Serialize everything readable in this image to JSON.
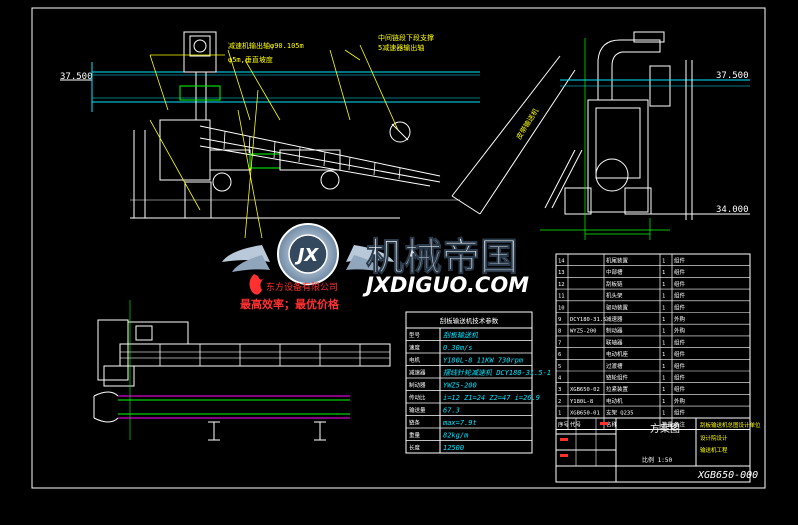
{
  "colors": {
    "background": "#000000",
    "frame": "#ffffff",
    "cyan": "#00e5ff",
    "green": "#00ff00",
    "yellow": "#ffff00",
    "magenta": "#ff00ff",
    "red": "#ff3030",
    "watermark": "#dfe8f2"
  },
  "elevations": {
    "left_top": "37.500",
    "right_top": "37.500",
    "right_bottom": "34.000"
  },
  "callouts": {
    "a_line1": "减速机输出轴φ90.105m",
    "a_line2": "φ5m,垂直坡度",
    "b_line1": "中间链段下段支撑",
    "b_line2": "5减速器输出轴"
  },
  "belt_label": "皮带输送机",
  "watermark": {
    "name_cn": "机械帝国",
    "name_en": "JXDIGUO.COM",
    "logo_letters": "JX",
    "slogan": "最高效率；最优价格",
    "red_text": "东方设备有限公司"
  },
  "spec_table": {
    "title": "刮板输送机技术参数",
    "rows": [
      {
        "label": "型号",
        "value": "刮板输送机"
      },
      {
        "label": "速度",
        "value": "0.30m/s"
      },
      {
        "label": "电机",
        "value": "Y180L-8  11KW  730rpm"
      },
      {
        "label": "减速器",
        "value": "摆线针轮减速机 DCY180-31.5-1"
      },
      {
        "label": "制动器",
        "value": "YWZ5-200"
      },
      {
        "label": "传动比",
        "value": "i=12  Z1=24  Z2=47  i=26.9"
      },
      {
        "label": "输送量",
        "value": "67.3"
      },
      {
        "label": "链条",
        "value": "max=7.9t"
      },
      {
        "label": "重量",
        "value": "82kg/m"
      },
      {
        "label": "长度",
        "value": "12500"
      }
    ]
  },
  "parts_list": {
    "rows": [
      {
        "no": "14",
        "code": "",
        "name": "机尾装置",
        "qty": "1",
        "mat": "组件"
      },
      {
        "no": "13",
        "code": "",
        "name": "中部槽",
        "qty": "1",
        "mat": "组件"
      },
      {
        "no": "12",
        "code": "",
        "name": "刮板链",
        "qty": "1",
        "mat": "组件"
      },
      {
        "no": "11",
        "code": "",
        "name": "机头架",
        "qty": "1",
        "mat": "组件"
      },
      {
        "no": "10",
        "code": "",
        "name": "驱动装置",
        "qty": "1",
        "mat": "组件"
      },
      {
        "no": "9",
        "code": "DCY180-31.5",
        "name": "减速器",
        "qty": "1",
        "mat": "外购"
      },
      {
        "no": "8",
        "code": "WYZ5-200",
        "name": "制动器",
        "qty": "1",
        "mat": "外购"
      },
      {
        "no": "7",
        "code": "",
        "name": "联轴器",
        "qty": "1",
        "mat": "组件"
      },
      {
        "no": "6",
        "code": "",
        "name": "电动机座",
        "qty": "1",
        "mat": "组件"
      },
      {
        "no": "5",
        "code": "",
        "name": "过渡槽",
        "qty": "1",
        "mat": "组件"
      },
      {
        "no": "4",
        "code": "",
        "name": "链轮组件",
        "qty": "1",
        "mat": "组件"
      },
      {
        "no": "3",
        "code": "XGB650-02",
        "name": "拉紧装置",
        "qty": "1",
        "mat": "组件"
      },
      {
        "no": "2",
        "code": "Y180L-8",
        "name": "电动机",
        "qty": "1",
        "mat": "外购"
      },
      {
        "no": "1",
        "code": "XGB650-01",
        "name": "支架 Q235",
        "qty": "1",
        "mat": "组件"
      }
    ],
    "header": {
      "no": "序号",
      "code": "代号",
      "name": "名称",
      "qty": "数量",
      "mat": "备注"
    }
  },
  "title_block": {
    "drawing_title": "方案图",
    "company_line1": "刮板输送机总图设计单位",
    "company_line2": "设计院设计",
    "company_line3": "输送机工程",
    "drawing_number": "XGB650-000",
    "scale_label": "比例 1:50"
  }
}
